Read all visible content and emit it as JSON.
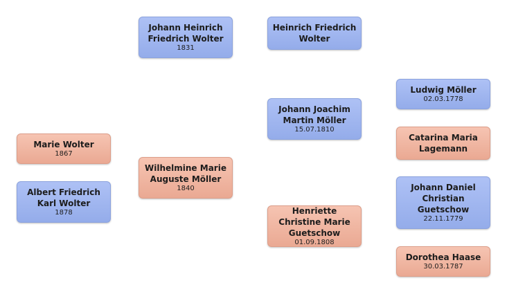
{
  "colors": {
    "male": "#9fb5ef",
    "female": "#f0b7a3"
  },
  "people": {
    "marie_wolter": {
      "name": "Marie Wolter",
      "date": "1867",
      "gender": "female"
    },
    "albert_wolter": {
      "name": "Albert Friedrich Karl Wolter",
      "date": "1878",
      "gender": "male"
    },
    "johann_heinrich_wolter": {
      "name": "Johann Heinrich Friedrich Wolter",
      "date": "1831",
      "gender": "male"
    },
    "wilhelmine_moeller": {
      "name": "Wilhelmine Marie Auguste Möller",
      "date": "1840",
      "gender": "female"
    },
    "heinrich_wolter": {
      "name": "Heinrich Friedrich Wolter",
      "date": "",
      "gender": "male"
    },
    "johann_joachim_moeller": {
      "name": "Johann Joachim Martin Möller",
      "date": "15.07.1810",
      "gender": "male"
    },
    "henriette_guetschow": {
      "name": "Henriette Christine Marie Guetschow",
      "date": "01.09.1808",
      "gender": "female"
    },
    "ludwig_moeller": {
      "name": "Ludwig Möller",
      "date": "02.03.1778",
      "gender": "male"
    },
    "catarina_lagemann": {
      "name": "Catarina Maria Lagemann",
      "date": "",
      "gender": "female"
    },
    "johann_guetschow": {
      "name": "Johann Daniel Christian Guetschow",
      "date": "22.11.1779",
      "gender": "male"
    },
    "dorothea_haase": {
      "name": "Dorothea Haase",
      "date": "30.03.1787",
      "gender": "female"
    }
  }
}
